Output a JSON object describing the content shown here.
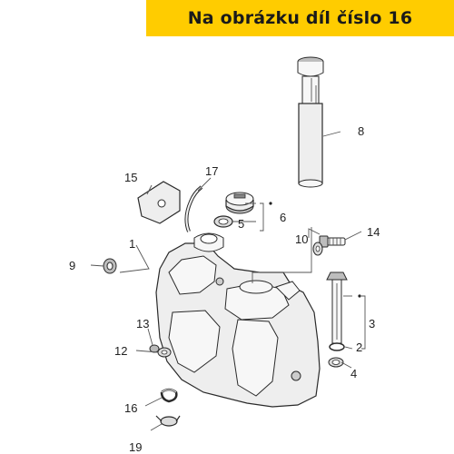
{
  "banner": {
    "text": "Na obrázku díl číslo 16",
    "bg_color": "#ffcc00"
  },
  "callouts": {
    "c1": "1",
    "c2": "2",
    "c3": "3",
    "c4": "4",
    "c5": "5",
    "c6": "6",
    "c8": "8",
    "c9": "9",
    "c10": "10",
    "c12": "12",
    "c13": "13",
    "c14": "14",
    "c15": "15",
    "c16": "16",
    "c17": "17",
    "c19": "19"
  }
}
